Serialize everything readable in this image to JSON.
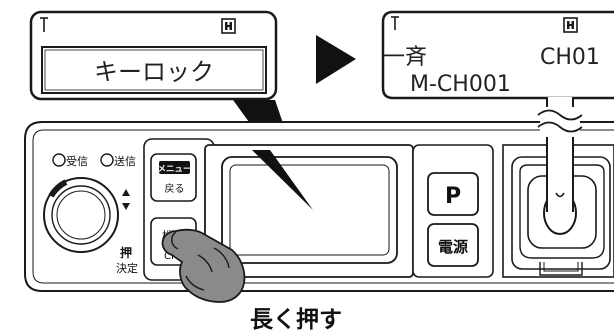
{
  "colors": {
    "stroke": "#1a1a1a",
    "panel_fill": "#ffffff",
    "lcd_fill": "#ffffff",
    "pointer_fill": "#111111",
    "finger_fill": "#8a8a8a"
  },
  "lcd_before": {
    "antenna_icon": "antenna-icon",
    "status_icon": "H",
    "message": "キーロック"
  },
  "lcd_after": {
    "antenna_icon": "antenna-icon",
    "status_icon": "H",
    "line1_left": "一斉",
    "line1_right": "CH01",
    "line2": "M-CH001"
  },
  "radio": {
    "indicator_receive": "受信",
    "indicator_send": "送信",
    "knob_label_line1": "押",
    "knob_label_line2": "決定",
    "menu_key_line1": "メニュー",
    "menu_key_line2": "戻る",
    "func_key_line1": "機能",
    "func_key_line2": "CH",
    "p_key": "P",
    "power_key": "電源"
  },
  "caption": "長く押す"
}
